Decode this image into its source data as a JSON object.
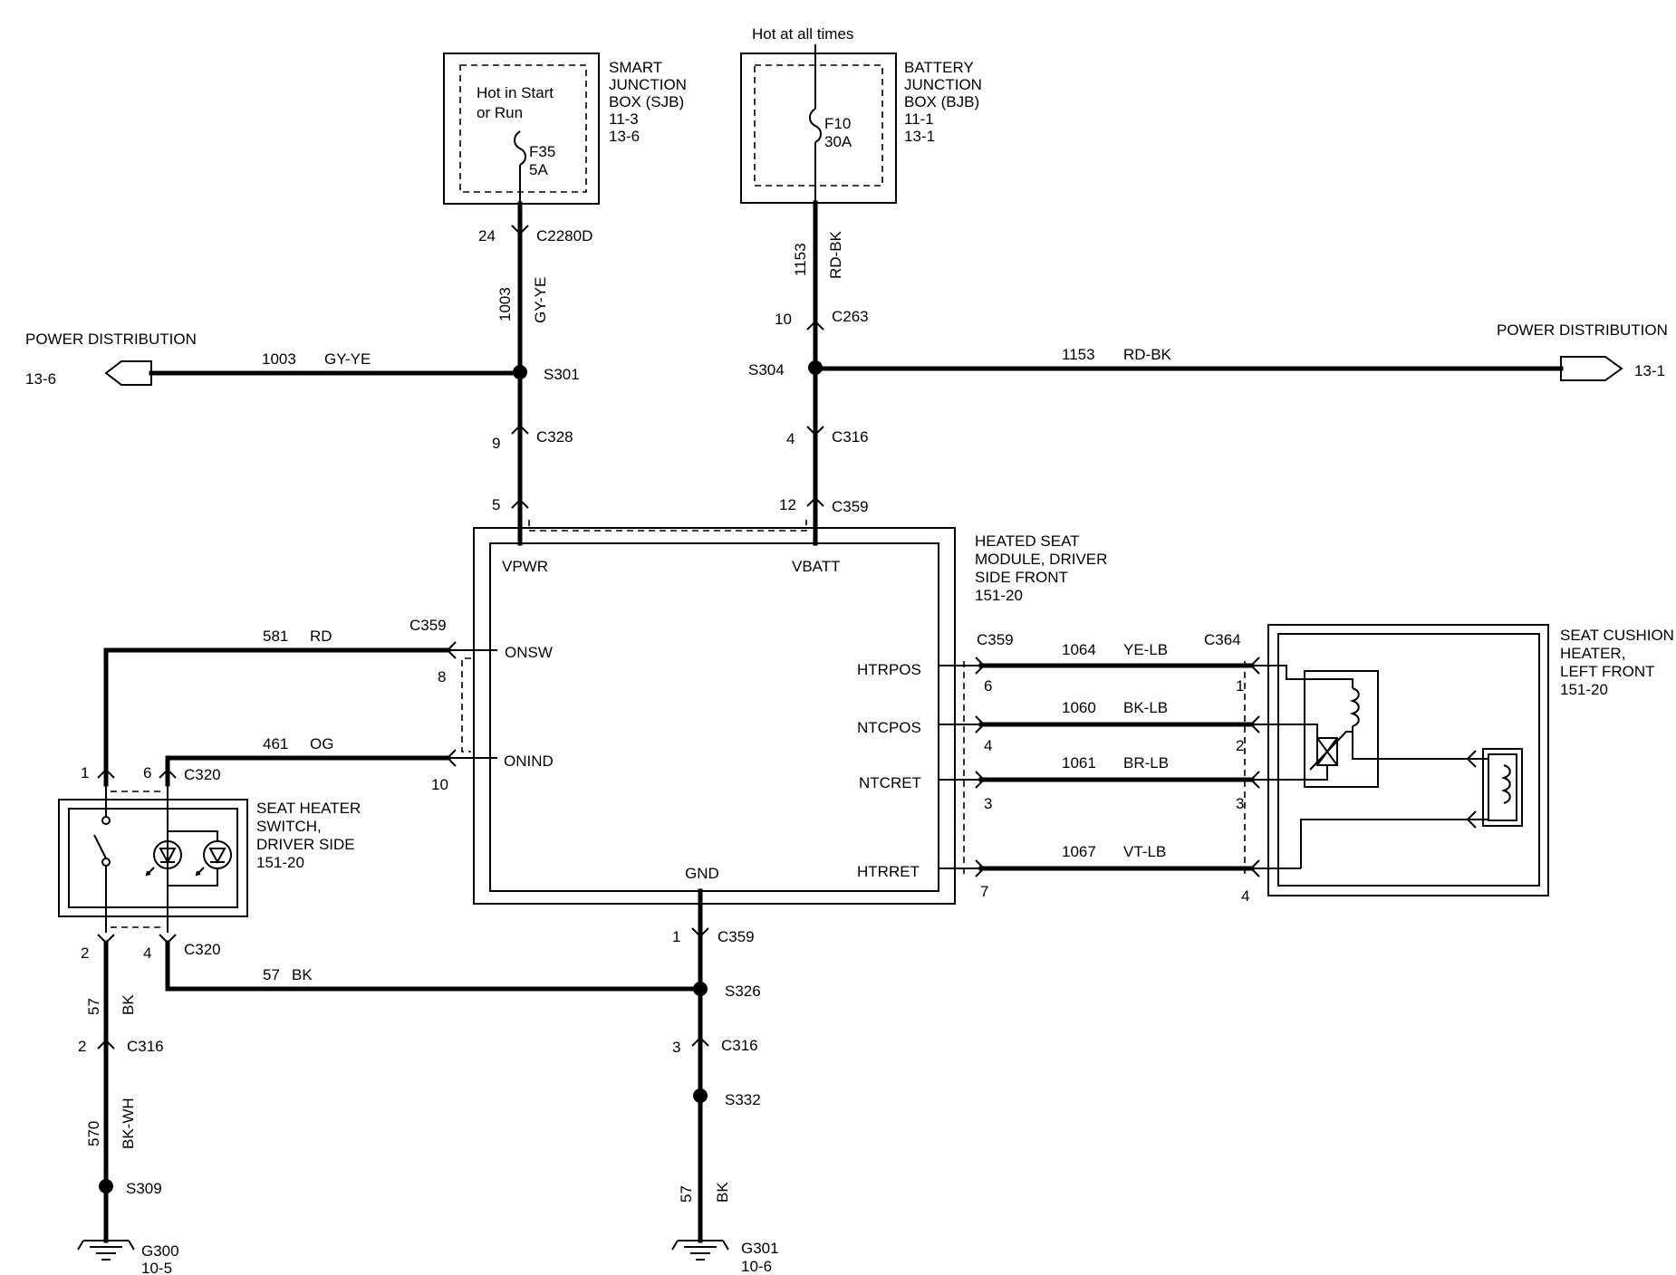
{
  "top": {
    "hot_always": "Hot at all times"
  },
  "sjb": {
    "name": [
      "SMART",
      "JUNCTION",
      "BOX (SJB)",
      "11-3",
      "13-6"
    ],
    "hot_label": [
      "Hot in Start",
      "or Run"
    ],
    "fuse": "F35",
    "fuse_rating": "5A",
    "pin": "24",
    "connector": "C2280D"
  },
  "bjb": {
    "name": [
      "BATTERY",
      "JUNCTION",
      "BOX (BJB)",
      "11-1",
      "13-1"
    ],
    "fuse": "F10",
    "fuse_rating": "30A"
  },
  "wire_vpwr": {
    "circuit": "1003",
    "color": "GY-YE",
    "splice": "S301",
    "c328_pin": "9",
    "c328": "C328",
    "module_pin": "5"
  },
  "wire_vbatt": {
    "circuit": "1153",
    "color": "RD-BK",
    "c263_pin": "10",
    "c263": "C263",
    "splice": "S304",
    "c316_pin": "4",
    "c316": "C316",
    "module_pin": "12",
    "module_conn": "C359"
  },
  "power_left": {
    "label": "POWER DISTRIBUTION",
    "page": "13-6",
    "circuit": "1003",
    "color": "GY-YE"
  },
  "power_right": {
    "label": "POWER DISTRIBUTION",
    "page": "13-1",
    "circuit": "1153",
    "color": "RD-BK"
  },
  "module": {
    "name": [
      "HEATED SEAT",
      "MODULE, DRIVER",
      "SIDE FRONT",
      "151-20"
    ],
    "pins": {
      "vpwr": "VPWR",
      "vbatt": "VBATT",
      "onsw": "ONSW",
      "onind": "ONIND",
      "htrpos": "HTRPOS",
      "ntcpos": "NTCPOS",
      "ntcret": "NTCRET",
      "htrret": "HTRRET",
      "gnd": "GND"
    }
  },
  "wire_onsw": {
    "circuit": "581",
    "color": "RD",
    "connector": "C359",
    "pin": "8"
  },
  "wire_onind": {
    "circuit": "461",
    "color": "OG",
    "pin": "10"
  },
  "switch": {
    "name": [
      "SEAT HEATER",
      "SWITCH,",
      "DRIVER SIDE",
      "151-20"
    ],
    "pin1": "1",
    "pin6": "6",
    "conn_top": "C320",
    "pin2": "2",
    "pin4": "4",
    "conn_bottom": "C320"
  },
  "heater_wires": {
    "conn_left": "C359",
    "conn_right": "C364",
    "rows": [
      {
        "circuit": "1064",
        "color": "YE-LB",
        "left_pin": "6",
        "right_pin": "1"
      },
      {
        "circuit": "1060",
        "color": "BK-LB",
        "left_pin": "4",
        "right_pin": "2"
      },
      {
        "circuit": "1061",
        "color": "BR-LB",
        "left_pin": "3",
        "right_pin": "3"
      },
      {
        "circuit": "1067",
        "color": "VT-LB",
        "left_pin": "7",
        "right_pin": "4"
      }
    ]
  },
  "cushion": {
    "name": [
      "SEAT CUSHION",
      "HEATER,",
      "LEFT FRONT",
      "151-20"
    ]
  },
  "ground_left": {
    "circuit_57": "57",
    "color_bk": "BK",
    "c316_pin": "2",
    "c316": "C316",
    "circuit_570": "570",
    "color_bkwh": "BK-WH",
    "splice": "S309",
    "ground": "G300",
    "page": "10-5"
  },
  "ground_mid": {
    "c359_pin": "1",
    "c359": "C359",
    "bus_circuit": "57",
    "bus_color": "BK",
    "splice": "S326",
    "c316_pin": "3",
    "c316": "C316",
    "splice2": "S332",
    "circuit": "57",
    "color": "BK",
    "ground": "G301",
    "page": "10-6"
  }
}
